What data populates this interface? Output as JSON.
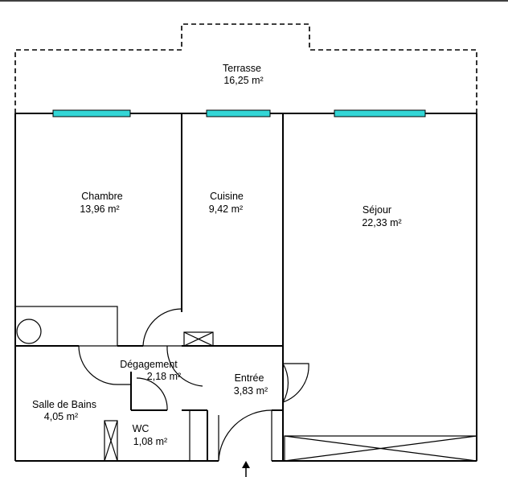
{
  "colors": {
    "window": "#33D6D6",
    "wall": "#000000",
    "background": "#FFFFFF"
  },
  "rooms": {
    "terrasse": {
      "name": "Terrasse",
      "area": "16,25  m²"
    },
    "chambre": {
      "name": "Chambre",
      "area": "13,96  m²"
    },
    "cuisine": {
      "name": "Cuisine",
      "area": "9,42  m²"
    },
    "sejour": {
      "name": "Séjour",
      "area": "22,33  m²"
    },
    "degagement": {
      "name": "Dégagement",
      "area": "2,18  m²"
    },
    "entree": {
      "name": "Entrée",
      "area": "3,83  m²"
    },
    "sdb": {
      "name": "Salle de Bains",
      "area": "4,05  m²"
    },
    "wc": {
      "name": "WC",
      "area": "1,08  m²"
    }
  },
  "icons": {
    "entrance": "entrance-arrow-icon"
  }
}
